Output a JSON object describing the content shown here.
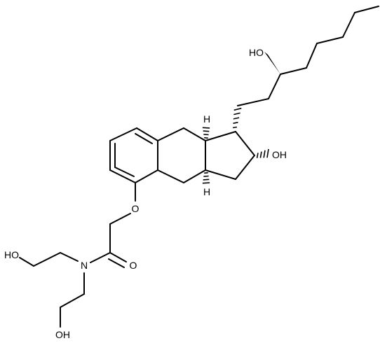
{
  "structure": {
    "atom_labels": {
      "oh_side_chain": "HO",
      "oh_ring": "OH",
      "h_ring_top": "H",
      "h_ring_bottom": "H",
      "ether_oxygen": "O",
      "amide_nitrogen": "N",
      "carbonyl_oxygen": "O",
      "oh_arm_upper": "HO",
      "oh_arm_lower": "OH"
    }
  },
  "colors": {
    "bond": "#000000",
    "background": "#ffffff",
    "text": "#000000"
  }
}
